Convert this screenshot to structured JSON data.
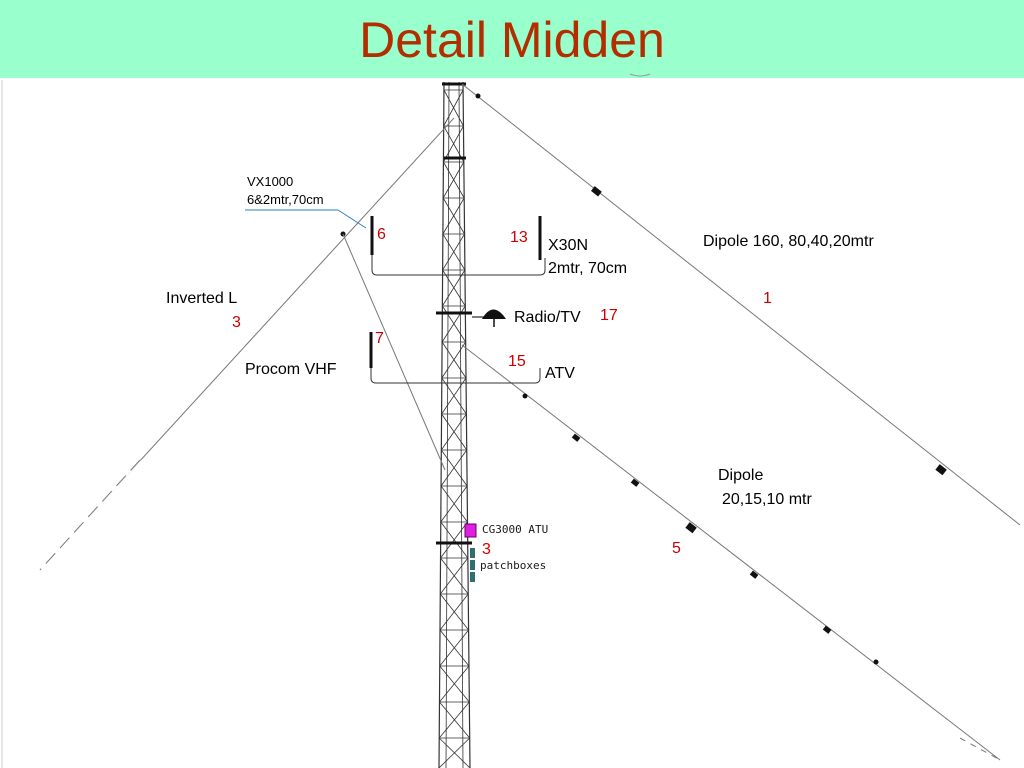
{
  "slide": {
    "title": "Detail Midden"
  },
  "colors": {
    "header_bg": "#99ffcc",
    "title": "#b22d00",
    "number": "#cc0000",
    "leader": "#2a80c0",
    "atu": "#e020e0",
    "patchbox": "#2f6f6f"
  },
  "labels": {
    "vx1000_line1": "VX1000",
    "vx1000_line2": "6&2mtr,70cm",
    "x30n_line1": "X30N",
    "x30n_line2": "2mtr, 70cm",
    "dipole_160": "Dipole 160, 80,40,20mtr",
    "inverted_l": "Inverted L",
    "radio_tv": "Radio/TV",
    "procom_vhf": "Procom VHF",
    "atv": "ATV",
    "dipole_lower_line1": "Dipole",
    "dipole_lower_line2": "20,15,10 mtr",
    "cg3000_atu": "CG3000 ATU",
    "patchboxes": "patchboxes"
  },
  "numbers": {
    "vx1000": "6",
    "x30n": "13",
    "dipole_160": "1",
    "inverted_l": "3",
    "procom": "7",
    "radio_tv": "17",
    "atv": "15",
    "dipole_lower": "5",
    "atu": "3"
  }
}
